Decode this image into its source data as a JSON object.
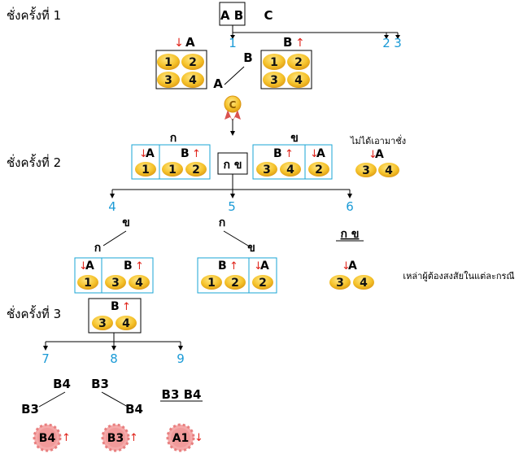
{
  "weighings": {
    "w1": "ชั่งครั้งที่ 1",
    "w2": "ชั่งครั้งที่ 2",
    "w3": "ชั่งครั้งที่ 3"
  },
  "top": {
    "box_label": "A B",
    "c_label": "C",
    "branch_numbers": [
      "1",
      "2",
      "3"
    ],
    "left_group_label": "A",
    "right_group_label": "B",
    "left_coins": [
      "1",
      "2",
      "3",
      "4"
    ],
    "right_coins": [
      "1",
      "2",
      "3",
      "4"
    ],
    "tree_b": "B",
    "tree_a": "A",
    "medal": "C"
  },
  "second": {
    "left_title": "ก",
    "right_title": "ข",
    "left_a": "A",
    "left_b": "B",
    "left_a_coins": [
      "1"
    ],
    "left_b_coins": [
      "1",
      "2"
    ],
    "right_b": "B",
    "right_a": "A",
    "right_b_coins": [
      "3",
      "4"
    ],
    "right_a_coins": [
      "2"
    ],
    "center_box": "ก ข",
    "not_weighed": "ไม่ได้เอามาชั่ง",
    "not_weighed_a": "A",
    "not_weighed_coins": [
      "3",
      "4"
    ],
    "branch_numbers": [
      "4",
      "5",
      "6"
    ]
  },
  "third_row": {
    "t1_top": "ข",
    "t1_bottom": "ก",
    "t1_a": "A",
    "t1_b": "B",
    "t1_a_coins": [
      "1"
    ],
    "t1_b_coins": [
      "3",
      "4"
    ],
    "t2_top": "ก",
    "t2_bottom": "ข",
    "t2_b": "B",
    "t2_a": "A",
    "t2_b_coins": [
      "1",
      "2"
    ],
    "t2_a_coins": [
      "2"
    ],
    "t3_label": "ก ข",
    "t3_a": "A",
    "t3_coins": [
      "3",
      "4"
    ],
    "note": "เหล่าผู้ต้องสงสัยในแต่ละกรณี"
  },
  "third": {
    "box_b": "B",
    "box_coins": [
      "3",
      "4"
    ],
    "branch_numbers": [
      "7",
      "8",
      "9"
    ],
    "leaf1_top": "B4",
    "leaf1_bottom": "B3",
    "leaf2_top": "B3",
    "leaf2_bottom": "B4",
    "leaf3_label": "B3 B4",
    "results": [
      "B4",
      "B3",
      "A1"
    ]
  },
  "colors": {
    "accent_blue": "#1a9ad6",
    "red": "#e0241b",
    "gold": "#f2b21b",
    "virus": "#f19a9a"
  }
}
